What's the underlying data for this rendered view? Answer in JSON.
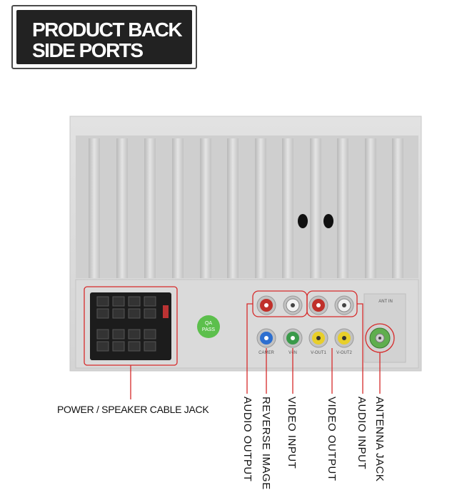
{
  "title": {
    "line1": "PRODUCT BACK",
    "line2": "SIDE PORTS"
  },
  "badge": {
    "line1": "QA",
    "line2": "PASS"
  },
  "callouts": {
    "power": "POWER / SPEAKER CABLE JACK",
    "audio_output": "AUDIO OUTPUT",
    "reverse_image": "REVERSE IMAGE",
    "video_input": "VIDEO INPUT",
    "video_output": "VIDEO OUTPUT",
    "audio_input": "AUDIO INPUT",
    "antenna": "ANTENNA JACK"
  },
  "jack_labels": {
    "camera": "CAMER",
    "video_in": "V-IN",
    "video_out1": "V-OUT1",
    "video_out2": "V-OUT2",
    "antenna": "ANT IN"
  },
  "colors": {
    "frame": "#ffffff",
    "highlight": "#d62a2a",
    "panel": "#dcdcdc"
  }
}
